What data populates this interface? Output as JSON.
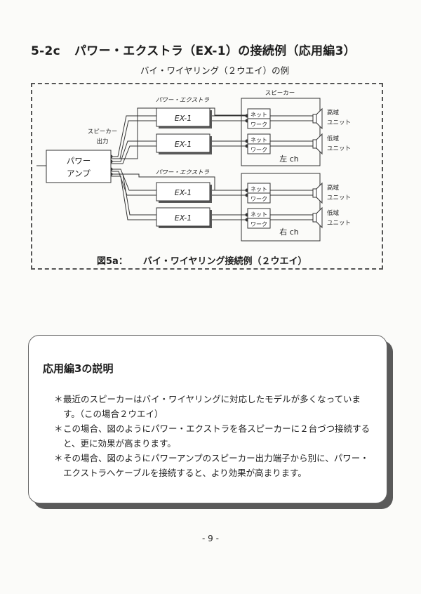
{
  "section": {
    "number": "5-2c",
    "title": "パワー・エクストラ（EX-1）の接続例（応用編3）",
    "subtitle": "バイ・ワイヤリング（２ウエイ）の例"
  },
  "diagram": {
    "power_amp_label_1": "パワー",
    "power_amp_label_2": "アンプ",
    "speaker_out_label_1": "スピーカー",
    "speaker_out_label_2": "出力",
    "power_extra_label": "パワー・エクストラ",
    "unit_label": "EX-1",
    "speaker_label": "スピーカー",
    "network_label_1": "ネット",
    "network_label_2": "ワーク",
    "high_unit_1": "高域",
    "low_unit_1": "低域",
    "unit_suffix": "ユニット",
    "left_ch": "左 ch",
    "right_ch": "右 ch",
    "caption_fig": "図5a：",
    "caption_text": "バイ・ワイヤリング接続例（２ウエイ）"
  },
  "notes": {
    "title": "応用編3の説明",
    "mark": "＊",
    "items": [
      "最近のスピーカーはバイ・ワイヤリングに対応したモデルが多くなっています。（この場合２ウエイ）",
      "この場合、図のようにパワー・エクストラを各スピーカーに２台づつ接続すると、更に効果が高まります。",
      "その場合、図のようにパワーアンプのスピーカー出力端子から別に、パワー・エクストラへケーブルを接続すると、より効果が高まります。"
    ]
  },
  "page_number": "- 9 -"
}
